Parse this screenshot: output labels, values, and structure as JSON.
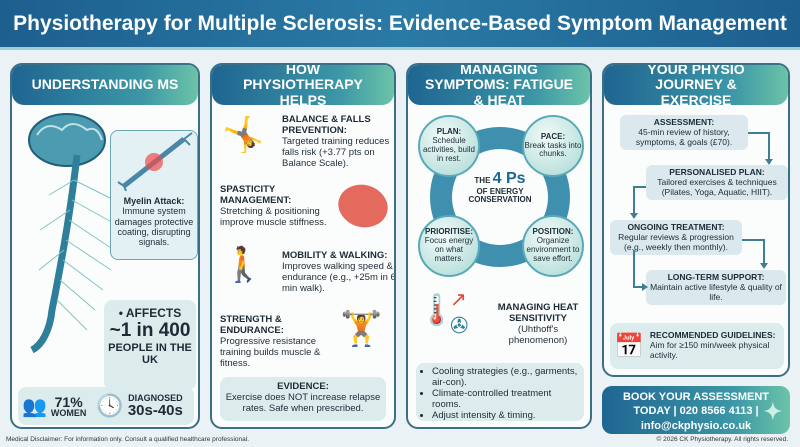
{
  "title": "Physiotherapy for Multiple Sclerosis: Evidence-Based Symptom Management",
  "col1": {
    "header": "UNDERSTANDING MS",
    "myelin_title": "Myelin Attack:",
    "myelin_text": "Immune system damages protective coating, disrupting signals.",
    "affects_line1": "• AFFECTS",
    "affects_big": "~1 in 400",
    "affects_line3": "PEOPLE IN THE UK",
    "women_pct": "71%",
    "women_label": "WOMEN",
    "diag_label": "DIAGNOSED",
    "diag_age": "30s-40s"
  },
  "col2": {
    "header": "HOW PHYSIOTHERAPY HELPS",
    "items": [
      {
        "title": "BALANCE & FALLS PREVENTION:",
        "text": "Targeted training reduces falls risk (+3.77 pts on Balance Scale)."
      },
      {
        "title": "SPASTICITY MANAGEMENT:",
        "text": "Stretching & positioning improve muscle stiffness."
      },
      {
        "title": "MOBILITY & WALKING:",
        "text": "Improves walking speed & endurance (e.g., +25m in 6 min walk)."
      },
      {
        "title": "STRENGTH & ENDURANCE:",
        "text": "Progressive resistance training builds muscle & fitness."
      }
    ],
    "evidence_title": "EVIDENCE:",
    "evidence_text": "Exercise does NOT increase relapse rates. Safe when prescribed."
  },
  "col3": {
    "header": "MANAGING SYMPTOMS: FATIGUE & HEAT",
    "center_the": "THE",
    "center_4ps": "4 Ps",
    "center_sub": "OF ENERGY CONSERVATION",
    "ps": [
      {
        "title": "PLAN:",
        "text": "Schedule activities, build in rest."
      },
      {
        "title": "PACE:",
        "text": "Break tasks into chunks."
      },
      {
        "title": "PRIORITISE:",
        "text": "Focus energy on what matters."
      },
      {
        "title": "POSITION:",
        "text": "Organize environment to save effort."
      }
    ],
    "heat_title": "MANAGING HEAT SENSITIVITY",
    "heat_sub": "(Uhthoff's phenomenon)",
    "bullets": [
      "Cooling strategies (e.g., garments, air-con).",
      "Climate-controlled treatment rooms.",
      "Adjust intensity & timing."
    ]
  },
  "col4": {
    "header": "YOUR PHYSIO JOURNEY & EXERCISE",
    "steps": [
      {
        "title": "ASSESSMENT:",
        "text": "45-min review of history, symptoms, & goals (£70)."
      },
      {
        "title": "PERSONALISED PLAN:",
        "text": "Tailored exercises & techniques (Pilates, Yoga, Aquatic, HIIT)."
      },
      {
        "title": "ONGOING TREATMENT:",
        "text": "Regular reviews & progression (e.g., weekly then monthly)."
      },
      {
        "title": "LONG-TERM SUPPORT:",
        "text": "Maintain active lifestyle & quality of life."
      }
    ],
    "guide_title": "RECOMMENDED GUIDELINES:",
    "guide_text": "Aim for ≥150 min/week physical activity."
  },
  "cta": {
    "line1": "BOOK YOUR ASSESSMENT",
    "line2": "TODAY | 020 8566 4113 |",
    "line3": "info@ckphysio.co.uk"
  },
  "footer": {
    "disclaimer": "Medical Disclaimer: For information only. Consult a qualified healthcare professional.",
    "copyright": "© 2026 CK Physiotherapy. All rights reserved."
  }
}
